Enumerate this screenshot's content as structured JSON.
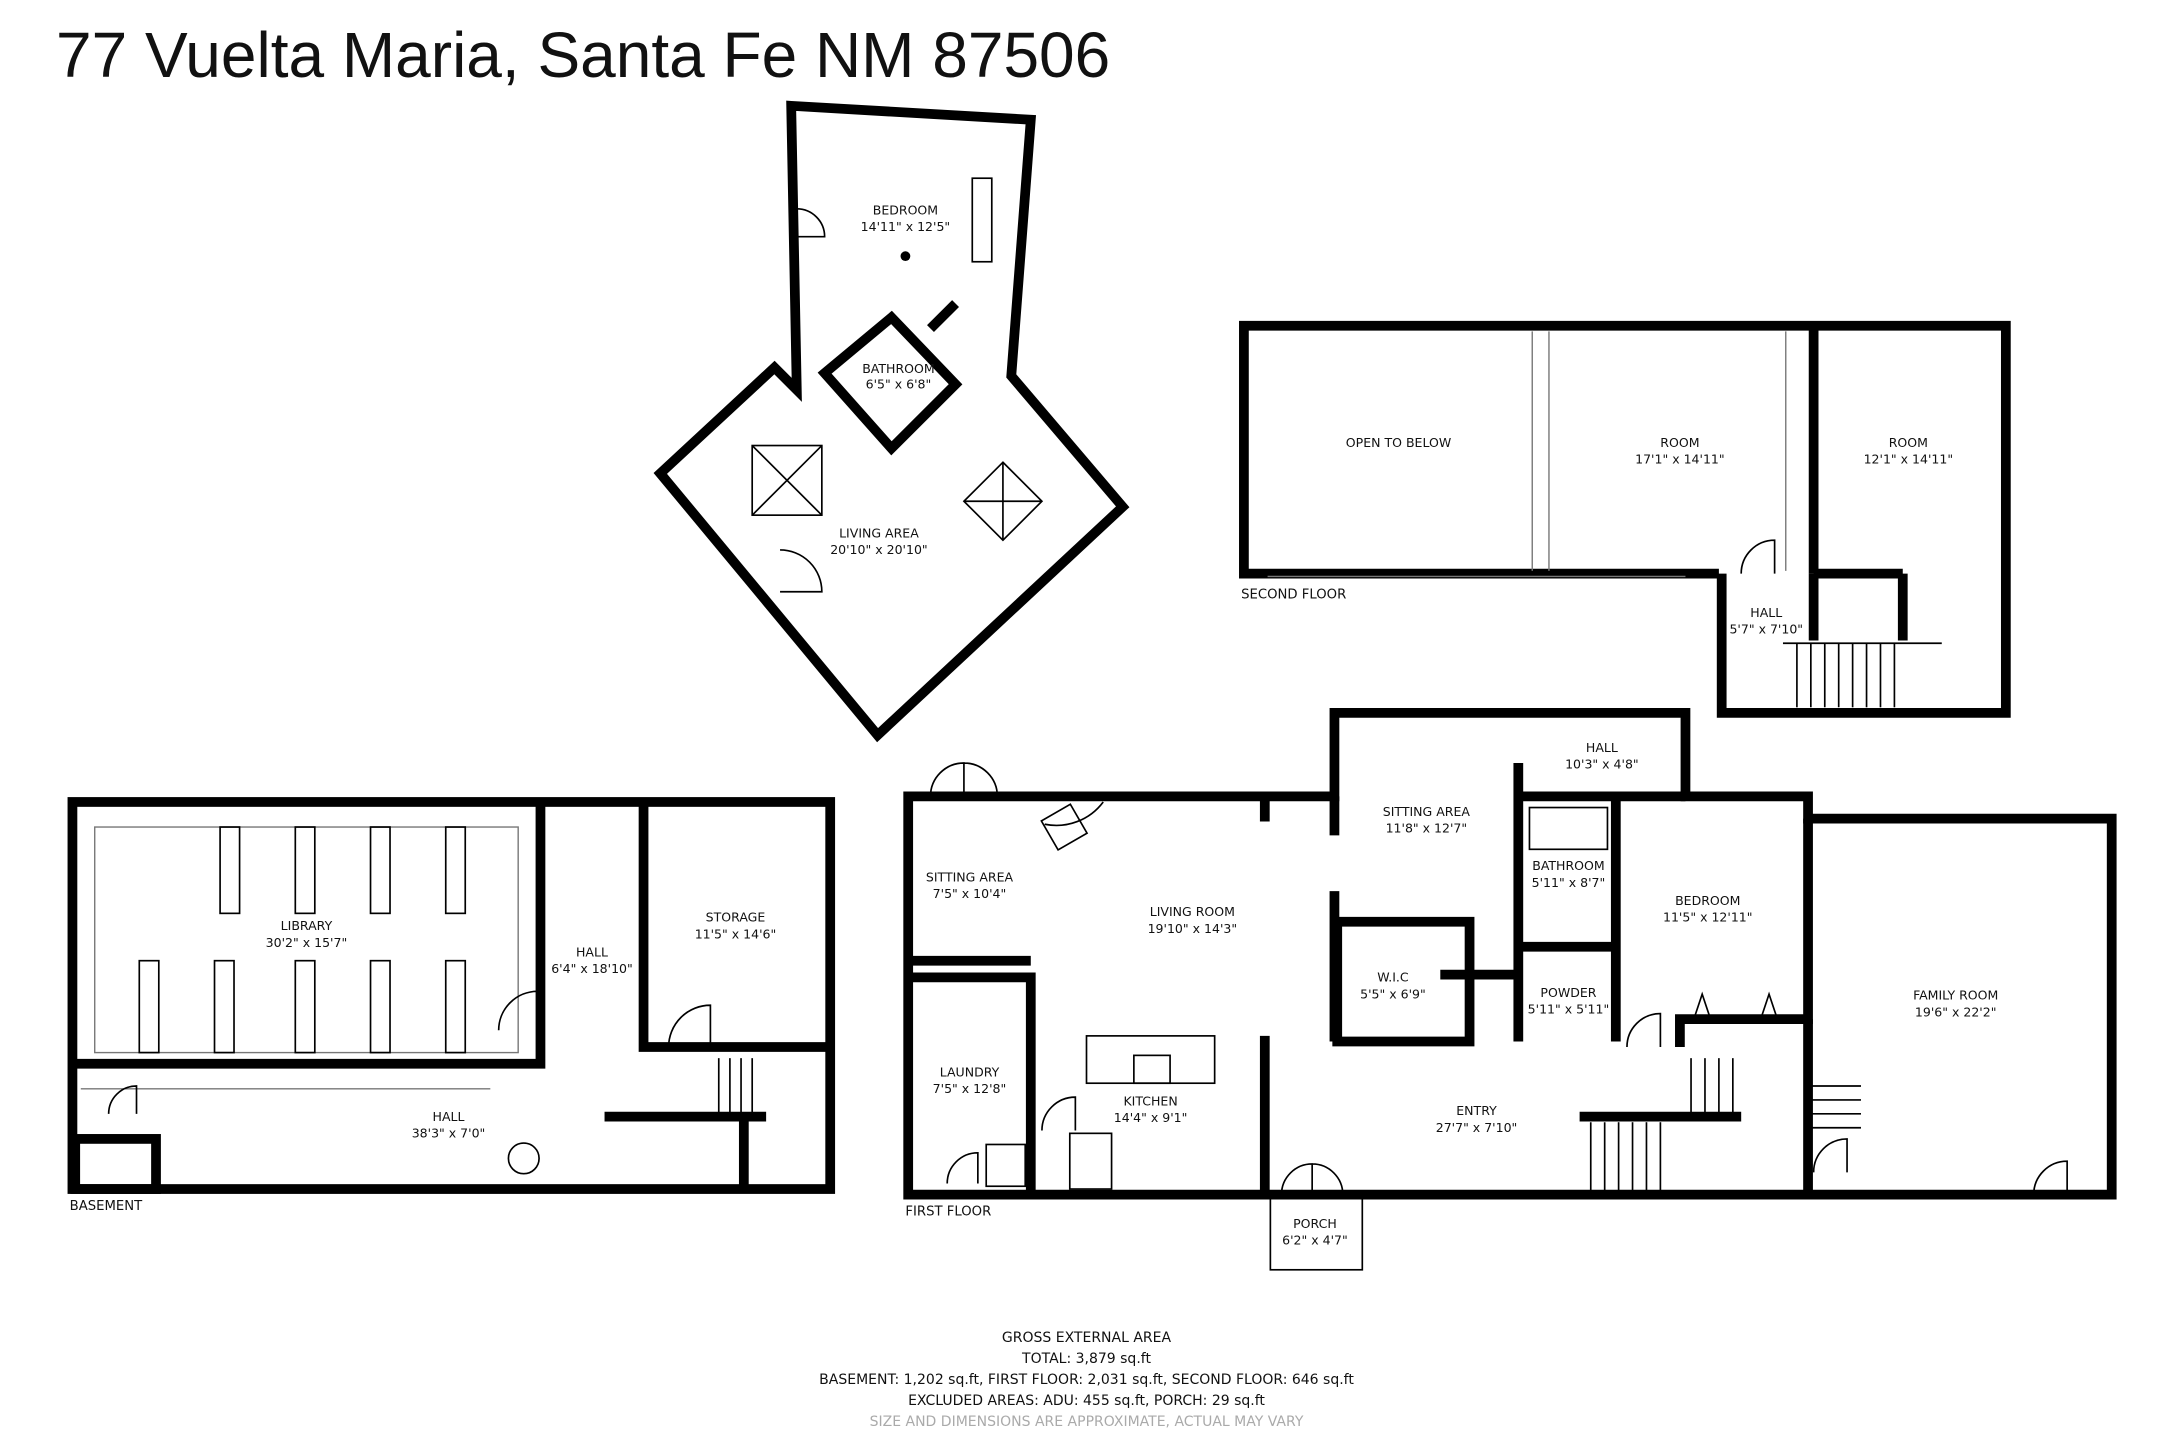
{
  "title": "77 Vuelta Maria, Santa Fe NM 87506",
  "floors": {
    "basement": "BASEMENT",
    "first": "FIRST FLOOR",
    "second": "SECOND FLOOR"
  },
  "rooms": {
    "adu_bedroom": {
      "name": "BEDROOM",
      "size": "14'11\" x 12'5\""
    },
    "adu_bathroom": {
      "name": "BATHROOM",
      "size": "6'5\" x 6'8\""
    },
    "adu_living": {
      "name": "LIVING AREA",
      "size": "20'10\" x 20'10\""
    },
    "open_below": {
      "name": "OPEN TO BELOW"
    },
    "room1": {
      "name": "ROOM",
      "size": "17'1\" x 14'11\""
    },
    "room2": {
      "name": "ROOM",
      "size": "12'1\" x 14'11\""
    },
    "hall2": {
      "name": "HALL",
      "size": "5'7\" x 7'10\""
    },
    "library": {
      "name": "LIBRARY",
      "size": "30'2\" x 15'7\""
    },
    "bhall1": {
      "name": "HALL",
      "size": "6'4\" x 18'10\""
    },
    "storage": {
      "name": "STORAGE",
      "size": "11'5\" x 14'6\""
    },
    "bhall2": {
      "name": "HALL",
      "size": "38'3\" x 7'0\""
    },
    "sitting1": {
      "name": "SITTING AREA",
      "size": "7'5\" x 10'4\""
    },
    "living": {
      "name": "LIVING ROOM",
      "size": "19'10\" x 14'3\""
    },
    "laundry": {
      "name": "LAUNDRY",
      "size": "7'5\" x 12'8\""
    },
    "kitchen": {
      "name": "KITCHEN",
      "size": "14'4\" x 9'1\""
    },
    "sitting2": {
      "name": "SITTING AREA",
      "size": "11'8\" x 12'7\""
    },
    "hall1": {
      "name": "HALL",
      "size": "10'3\" x 4'8\""
    },
    "bathroom": {
      "name": "BATHROOM",
      "size": "5'11\" x 8'7\""
    },
    "wic": {
      "name": "W.I.C",
      "size": "5'5\" x 6'9\""
    },
    "powder": {
      "name": "POWDER",
      "size": "5'11\" x 5'11\""
    },
    "bedroom": {
      "name": "BEDROOM",
      "size": "11'5\" x 12'11\""
    },
    "family": {
      "name": "FAMILY ROOM",
      "size": "19'6\" x 22'2\""
    },
    "entry": {
      "name": "ENTRY",
      "size": "27'7\" x 7'10\""
    },
    "porch": {
      "name": "PORCH",
      "size": "6'2\" x 4'7\""
    }
  },
  "footer": {
    "heading": "GROSS EXTERNAL AREA",
    "total": "TOTAL: 3,879 sq.ft",
    "breakdown": "BASEMENT: 1,202 sq.ft, FIRST FLOOR: 2,031 sq.ft, SECOND FLOOR: 646 sq.ft",
    "excluded": "EXCLUDED AREAS: ADU: 455 sq.ft, PORCH: 29 sq.ft",
    "disclaimer": "SIZE AND DIMENSIONS ARE APPROXIMATE, ACTUAL MAY VARY"
  }
}
